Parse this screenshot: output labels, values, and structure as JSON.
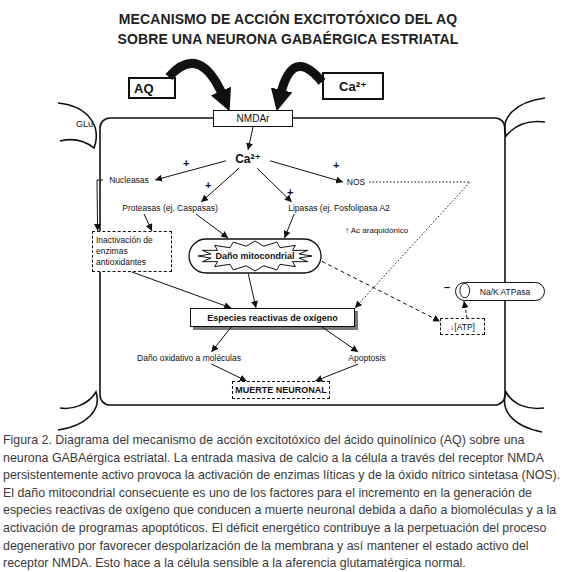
{
  "diagram": {
    "title": "MECANISMO DE ACCIÓN EXCITOTÓXICO DEL AQ SOBRE UNA NEURONA GABAÉRGICA ESTRIATAL",
    "caption": "Figura 2. Diagrama del mecanismo de acción excitotóxico del ácido quinolínico (AQ) sobre una neurona GABAérgica estriatal. La entrada masiva de calcio a la célula a través del receptor NMDA persistentemente activo provoca la activación de enzimas líticas y de la óxido nítrico sintetasa (NOS). El daño mitocondrial consecuente es uno de los factores para el incremento en la generación de especies reactivas de oxígeno que conducen a muerte neuronal debida a daño a biomoléculas y a la activación de programas apoptóticos. El déficit energético contribuye a la perpetuación del proceso degenerativo por favorecer despolarización de la membrana y así mantener el estado activo del receptor NMDA. Esto hace a la célula sensible a la aferencia glutamatérgica normal.",
    "nodes": [
      {
        "text": [
          "AQ"
        ]
      },
      {
        "text": [
          "Ca²⁺"
        ]
      },
      {
        "text": [
          "NMDAr"
        ]
      },
      {
        "text": [
          "Ca²⁺"
        ]
      },
      {
        "text": [
          "Nucleasas"
        ]
      },
      {
        "text": [
          "NOS"
        ]
      },
      {
        "text": [
          "Proteasas (ej. Caspasas)"
        ]
      },
      {
        "text": [
          "Lipasas (ej. Fosfolipasa A2"
        ]
      },
      {
        "text": [
          "Inactivación de enzimas antioxidantes"
        ]
      },
      {
        "text": [
          "Daño mitocondrial"
        ]
      },
      {
        "text": [
          "Na/K ATPasa"
        ]
      },
      {
        "text": [
          "Especies reactivas de oxígeno"
        ]
      },
      {
        "text": [
          "↓[ATP]"
        ]
      },
      {
        "text": [
          "Daño oxidativo a moléculas"
        ]
      },
      {
        "text": [
          "Apoptosis"
        ]
      },
      {
        "text": [
          "MUERTE NEURONAL"
        ]
      }
    ],
    "edges": [
      {
        "from": 0,
        "to": 2,
        "arrow": "to"
      },
      {
        "from": 1,
        "to": 2,
        "arrow": "to"
      },
      {
        "from": 2,
        "to": 3,
        "arrow": "to"
      },
      {
        "from": 3,
        "to": 4,
        "label": "+",
        "arrow": "to"
      },
      {
        "from": 3,
        "to": 5,
        "label": "+",
        "arrow": "to"
      },
      {
        "from": 3,
        "to": 6,
        "label": "+",
        "arrow": "to"
      },
      {
        "from": 3,
        "to": 7,
        "label": "+",
        "arrow": "to"
      },
      {
        "from": 4,
        "to": 8,
        "arrow": "to"
      },
      {
        "from": 6,
        "to": 8,
        "arrow": "to"
      },
      {
        "from": 6,
        "to": 9,
        "arrow": "to"
      },
      {
        "from": 7,
        "to": 9,
        "arrow": "to"
      },
      {
        "from": 5,
        "to": 11,
        "arrow": "to"
      },
      {
        "from": 8,
        "to": 11,
        "arrow": "to"
      },
      {
        "from": 9,
        "to": 11,
        "arrow": "to"
      },
      {
        "from": 9,
        "to": 12,
        "arrow": "to"
      },
      {
        "from": 12,
        "to": 10,
        "label": "–",
        "arrow": "to"
      },
      {
        "from": 11,
        "to": 13,
        "arrow": "to"
      },
      {
        "from": 11,
        "to": 14,
        "arrow": "to"
      },
      {
        "from": 13,
        "to": 15,
        "arrow": "to"
      },
      {
        "from": 14,
        "to": 15,
        "arrow": "to"
      }
    ],
    "labels": [
      "GLu",
      "↑ Ac araquidónico"
    ]
  }
}
